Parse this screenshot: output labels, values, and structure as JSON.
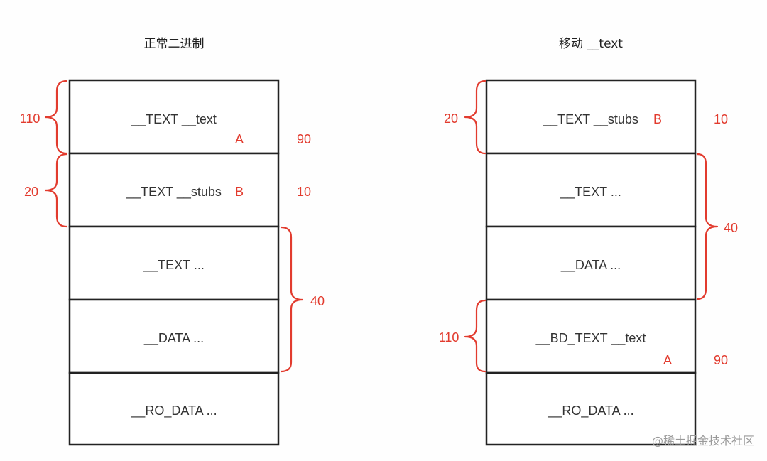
{
  "left": {
    "title": "正常二进制",
    "segments": [
      "__TEXT __text",
      "__TEXT __stubs",
      "__TEXT ...",
      "__DATA ...",
      "__RO_DATA ..."
    ],
    "segment_tags": [
      "A",
      "B"
    ],
    "side_values": [
      "90",
      "10"
    ],
    "braces": [
      "110",
      "20",
      "40"
    ]
  },
  "right": {
    "title": "移动 __text",
    "segments": [
      "__TEXT __stubs",
      "__TEXT ...",
      "__DATA ...",
      "__BD_TEXT __text",
      "__RO_DATA ..."
    ],
    "segment_tags": [
      "B",
      "A"
    ],
    "side_values": [
      "10",
      "90"
    ],
    "braces": [
      "20",
      "40",
      "110"
    ]
  },
  "watermark": "@稀土掘金技术社区",
  "colors": {
    "annotation": "#e23b2e",
    "outline": "#222222"
  }
}
